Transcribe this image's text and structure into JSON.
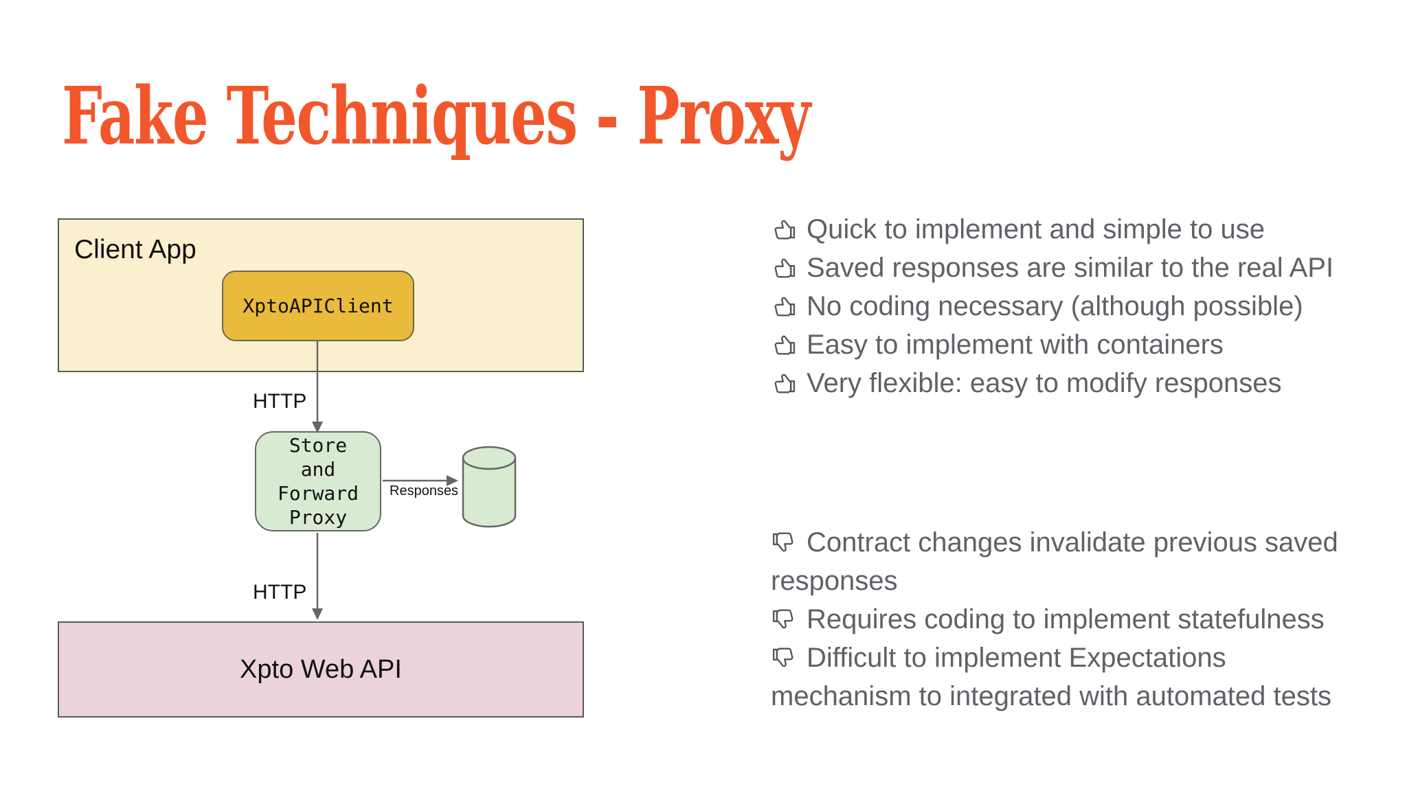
{
  "slide": {
    "title": "Fake Techniques - Proxy"
  },
  "colors": {
    "title_orange": "#F1572B",
    "box_yellow": "#FBF0CD",
    "box_gold": "#E9BA3B",
    "box_green": "#D9EAD3",
    "box_pink": "#EBD2DD",
    "border_dark": "#5a5a5a",
    "border_gray": "#666666",
    "text_gray": "#5e6267",
    "icon_gray": "#54575c",
    "ink": "#111111"
  },
  "diagram": {
    "client_box": {
      "label": "Client App"
    },
    "client_lib": {
      "label": "XptoAPIClient"
    },
    "http_top_label": "HTTP",
    "http_bottom_label": "HTTP",
    "proxy_box": {
      "lines": [
        "Store",
        "and",
        "Forward",
        "Proxy"
      ]
    },
    "responses_label": "Responses",
    "api_box": {
      "label": "Xpto Web API"
    }
  },
  "pros": {
    "items": [
      "Quick to implement and simple to use",
      "Saved responses are similar to the real API",
      "No coding necessary (although possible)",
      "Easy to implement with containers",
      "Very flexible: easy to modify responses"
    ]
  },
  "cons": {
    "lines": [
      {
        "icon": true,
        "text": "Contract changes invalidate previous saved"
      },
      {
        "icon": false,
        "text": "responses"
      },
      {
        "icon": true,
        "text": "Requires coding to implement statefulness"
      },
      {
        "icon": true,
        "text": "Difficult to implement Expectations"
      },
      {
        "icon": false,
        "text": "mechanism to integrated with automated tests"
      }
    ]
  }
}
